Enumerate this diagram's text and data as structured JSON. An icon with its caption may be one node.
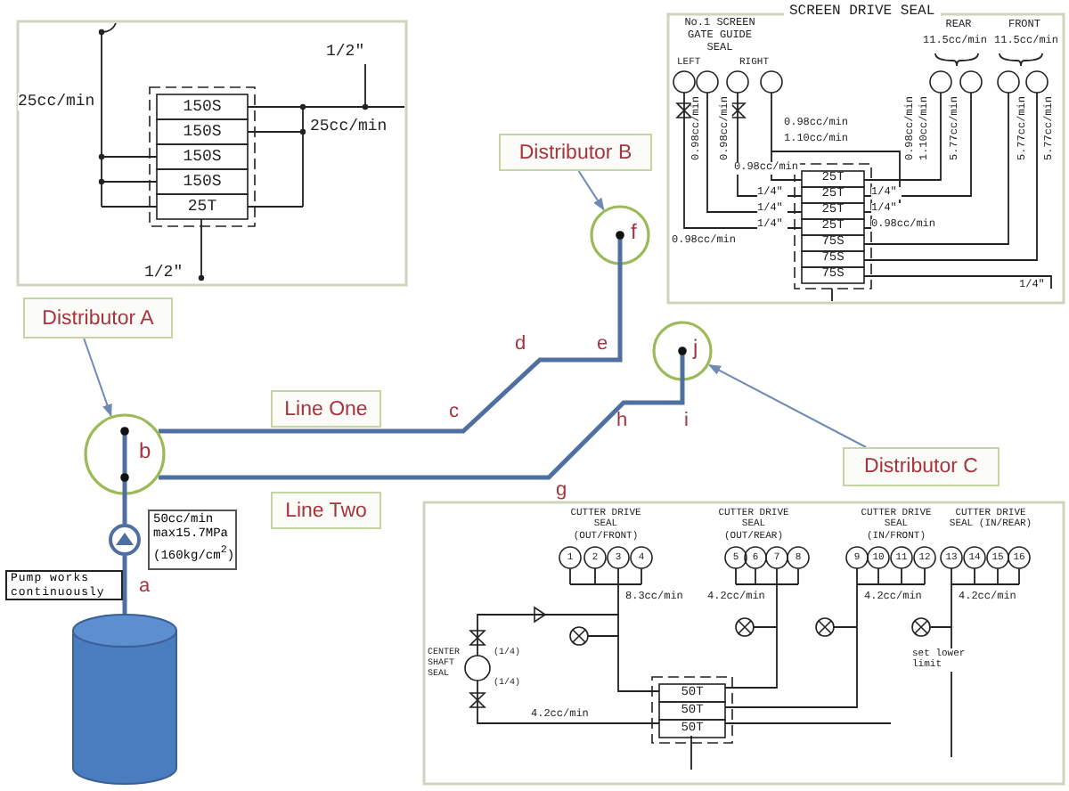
{
  "diagram": {
    "nodes": [
      {
        "text": [
          "Distributor A"
        ]
      },
      {
        "text": [
          "b"
        ]
      },
      {
        "text": [
          "Distributor B"
        ]
      },
      {
        "text": [
          "f"
        ]
      },
      {
        "text": [
          "Distributor C"
        ]
      },
      {
        "text": [
          "j"
        ]
      },
      {
        "text": [
          "Line One"
        ]
      },
      {
        "text": [
          "Line Two"
        ]
      },
      {
        "text": [
          "50cc/min max15.7MPa (160kg/cm$^{2}$)"
        ]
      },
      {
        "text": [
          "Pump works continuously"
        ]
      },
      {
        "text": [],
        "shape": "circle"
      },
      {
        "text": [],
        "shape": "cylinder"
      }
    ],
    "edges": [
      {
        "from": 0,
        "to": 1,
        "arrow": "to"
      },
      {
        "from": 2,
        "to": 3,
        "arrow": "to"
      },
      {
        "from": 4,
        "to": 5,
        "arrow": "to"
      },
      {
        "from": 11,
        "to": 10,
        "arrow": "none"
      },
      {
        "from": 10,
        "to": 1,
        "arrow": "none"
      },
      {
        "from": 1,
        "to": 3,
        "arrow": "none"
      },
      {
        "from": 1,
        "to": 5,
        "arrow": "none"
      }
    ],
    "labels": [
      "1/2\"",
      "25cc/min",
      "150S",
      "150S",
      "150S",
      "150S",
      "25cc/min",
      "25T",
      "1/2\"",
      "SCREEN DRIVE SEAL",
      "No.1 SCREEN GATE GUIDE SEAL",
      "REAR",
      "FRONT",
      "11.5cc/min",
      "11.5cc/min",
      "LEFT",
      "RIGHT",
      "0.98cc/min",
      "0.98cc/min",
      "0.98cc/min",
      "1.10cc/min",
      "0.98cc/min",
      "1.10cc/min",
      "5.77cc/min",
      "5.77cc/min",
      "5.77cc/min",
      "0.98cc/min",
      "25T",
      "1/4\"",
      "25T",
      "1/4\"",
      "1/4\"",
      "25T",
      "1/4\"",
      "1/4\"",
      "25T",
      "0.98cc/min",
      "0.98cc/min",
      "75S",
      "75S",
      "75S",
      "1/4\"",
      "CUTTER DRIVE SEAL (OUT/FRONT)",
      "CUTTER DRIVE SEAL (OUT/REAR)",
      "CUTTER DRIVE SEAL (IN/FRONT)",
      "CUTTER DRIVE SEAL (IN/REAR)",
      "1",
      "2",
      "3",
      "4",
      "5",
      "6",
      "7",
      "8",
      "9",
      "10",
      "11",
      "12",
      "13",
      "14",
      "15",
      "16",
      "8.3cc/min",
      "4.2cc/min",
      "4.2cc/min",
      "4.2cc/min",
      "CENTER SHAFT SEAL",
      "(1/4)",
      "set lower limit",
      "(1/4)",
      "4.2cc/min",
      "50T",
      "50T",
      "50T",
      "c",
      "d",
      "e",
      "h",
      "i",
      "g",
      "a"
    ]
  }
}
